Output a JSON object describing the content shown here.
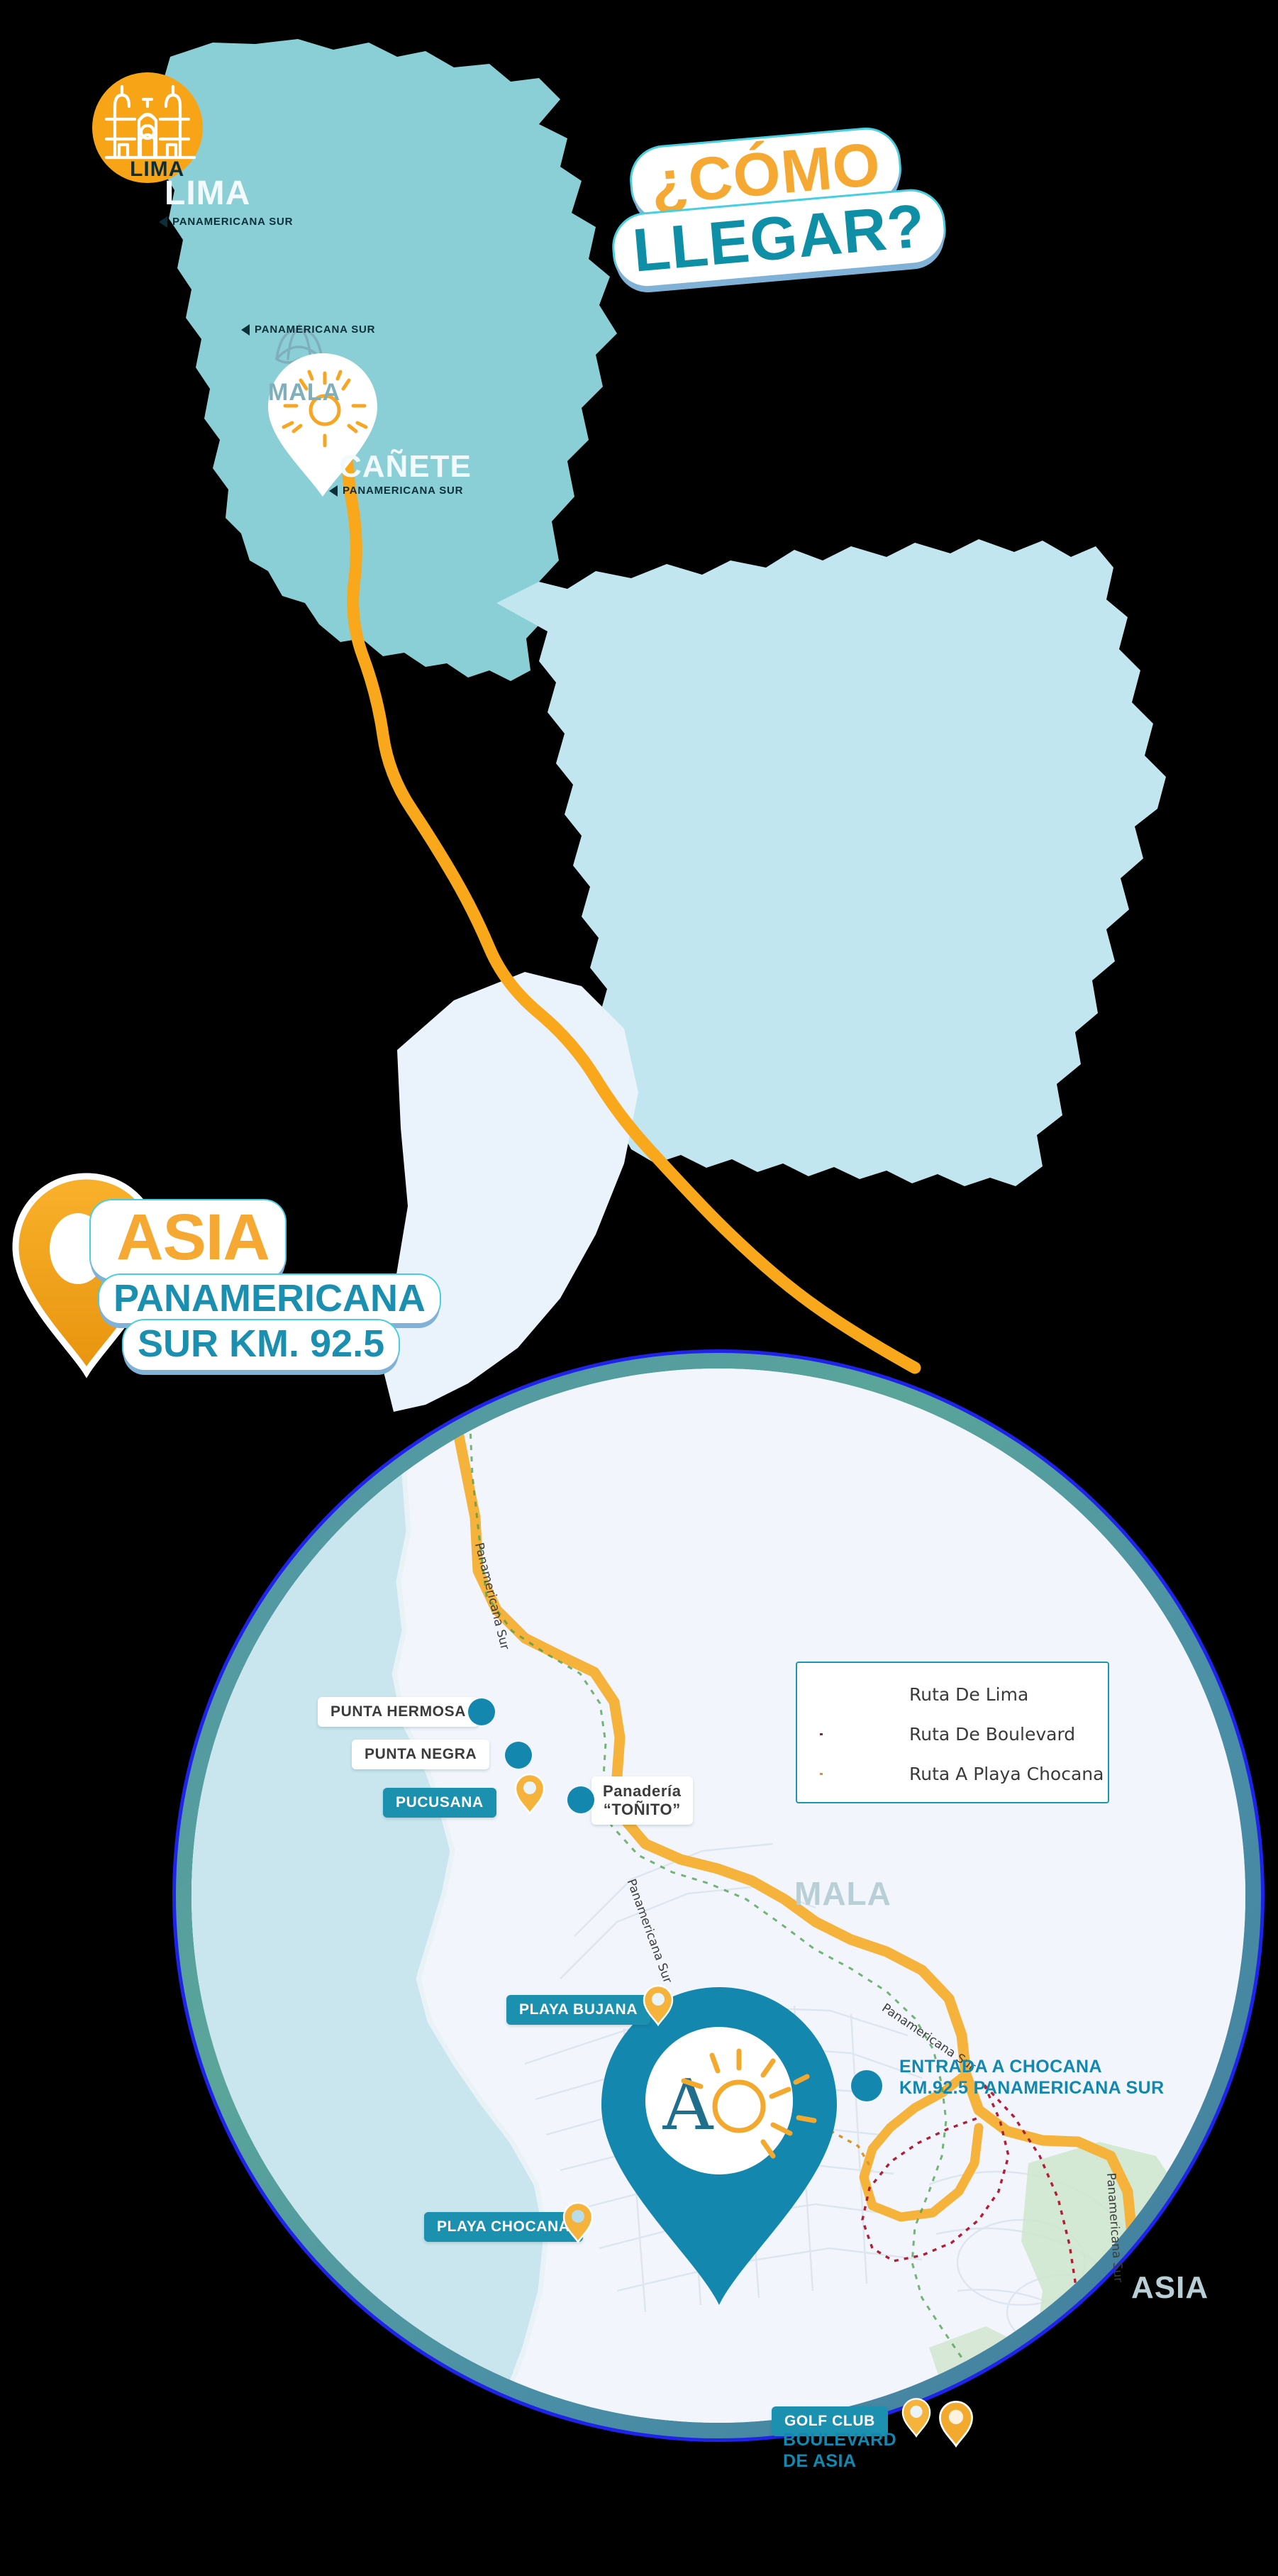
{
  "title": {
    "line1": "¿CÓMO",
    "line2": "LLEGAR?"
  },
  "badge": {
    "name": "ASIA",
    "address_line1": "PANAMERICANA",
    "address_line2": "SUR KM. 92.5"
  },
  "region_map": {
    "city_marker_label": "LIMA",
    "city_marker_icon": "cathedral-icon",
    "province_lima": "LIMA",
    "province_canete": "CAÑETE",
    "district_mala": "MALA",
    "district_mala_icon": "beach-umbrella-icon",
    "destination_pin_icon": "sun-icon",
    "highway_labels": [
      "PANAMERICANA SUR",
      "PANAMERICANA SUR",
      "PANAMERICANA SUR"
    ],
    "colors": {
      "province_lima_fill": "#8ACFD6",
      "province_canete_fill": "#C2E6EF",
      "route_orange": "#F9A71B",
      "label_dark": "#0B2F3A",
      "label_light": "#F2FAFD"
    }
  },
  "legend": {
    "items": [
      {
        "label": "Ruta De Lima",
        "style": "solid-none",
        "color": ""
      },
      {
        "label": "Ruta De Boulevard",
        "style": "dotted",
        "color": "#9e1b32"
      },
      {
        "label": "Ruta A Playa Chocana",
        "style": "dotted",
        "color": "#d9972a"
      }
    ]
  },
  "detail_map": {
    "ghost_labels": [
      "MALA",
      "ASIA"
    ],
    "road_labels": [
      "Panamericana Sur",
      "Panamericana Sur",
      "Panamericana Sur"
    ],
    "center_pin": {
      "icon": "asia-sun-logo-icon",
      "letter": "A"
    },
    "pois": [
      {
        "name": "PUNTA HERMOSA",
        "chip": "white",
        "marker": "dot"
      },
      {
        "name": "PUNTA NEGRA",
        "chip": "white",
        "marker": "dot"
      },
      {
        "name": "PUCUSANA",
        "chip": "teal",
        "marker": "pin"
      },
      {
        "name": "Panadería\n“TOÑITO”",
        "chip": "white",
        "marker": "dot"
      },
      {
        "name": "PLAYA BUJANA",
        "chip": "teal",
        "marker": "pin"
      },
      {
        "name": "ENTRADA A CHOCANA",
        "chip": "plain",
        "marker": "dot"
      },
      {
        "name": "KM.92.5 PANAMERICANA SUR",
        "chip": "plain",
        "marker": "none"
      },
      {
        "name": "PLAYA CHOCANA",
        "chip": "teal",
        "marker": "pin"
      },
      {
        "name": "GOLF CLUB",
        "chip": "teal",
        "marker": "pin"
      },
      {
        "name": "BOULEVARD",
        "chip": "plain",
        "marker": "pin"
      },
      {
        "name": "DE ASIA",
        "chip": "plain",
        "marker": "none"
      }
    ],
    "poi_labels": {
      "punta_hermosa": "PUNTA HERMOSA",
      "punta_negra": "PUNTA NEGRA",
      "pucusana": "PUCUSANA",
      "panaderia_l1": "Panadería",
      "panaderia_l2": "“TOÑITO”",
      "playa_bujana": "PLAYA BUJANA",
      "entrada_l1": "ENTRADA A CHOCANA",
      "entrada_l2": "KM.92.5 PANAMERICANA SUR",
      "playa_chocana": "PLAYA CHOCANA",
      "golf_club": "GOLF CLUB",
      "boulevard_l1": "BOULEVARD",
      "boulevard_l2": "DE ASIA"
    },
    "colors": {
      "ring_outer": "#1f22e8",
      "ring_inner": "#4d8fa8",
      "sea": "#c9e6ee",
      "land": "#f2f6fc",
      "route_orange": "#F5B33C",
      "teal": "#1487AE"
    }
  }
}
